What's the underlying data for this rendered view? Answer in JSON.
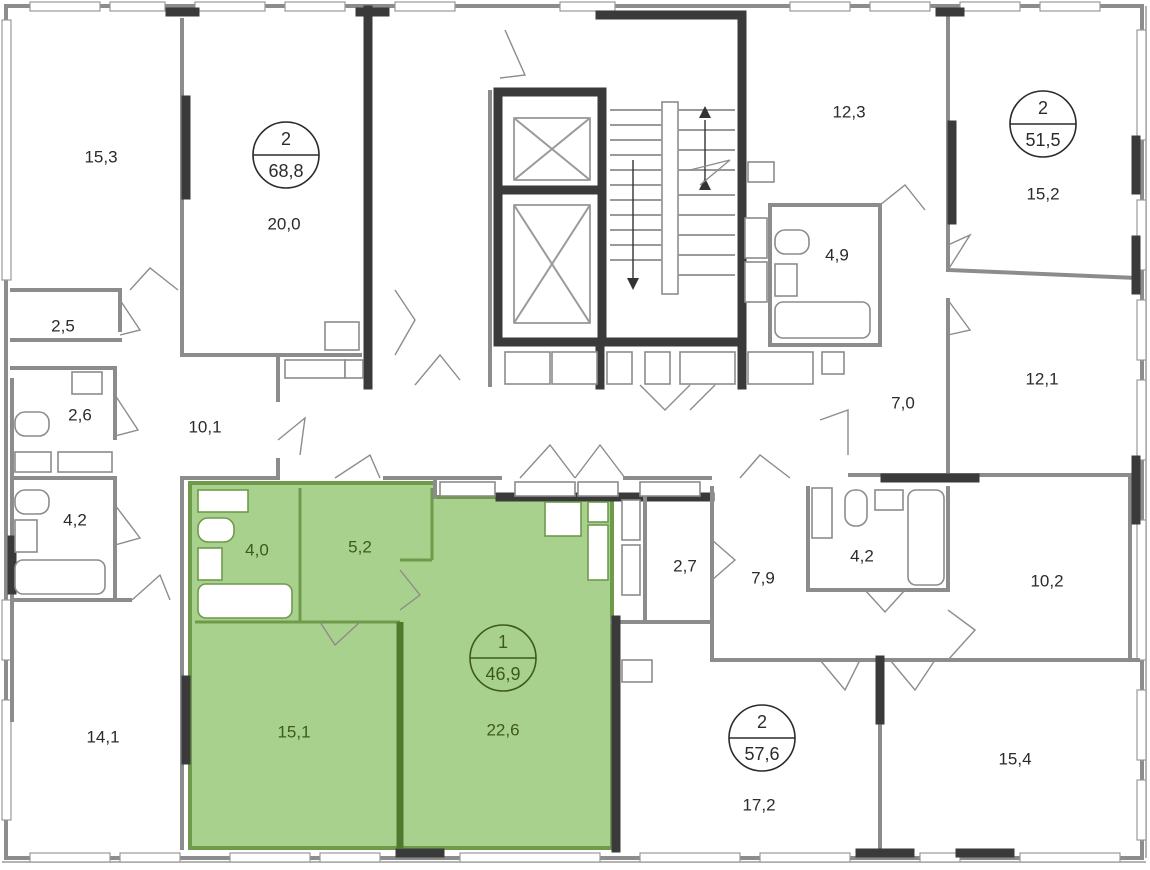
{
  "colors": {
    "highlight_fill": "#a9d18e",
    "highlight_stroke": "#6f9a4a",
    "wall": "#8c8c8c",
    "core_wall": "#3a3a3a",
    "label": "#2b2b2b",
    "highlight_label": "#3d5a1c"
  },
  "apartments": [
    {
      "id": "apt-left-top",
      "rooms": "2",
      "area": "68,8",
      "highlighted": false
    },
    {
      "id": "apt-right-top",
      "rooms": "2",
      "area": "51,5",
      "highlighted": false
    },
    {
      "id": "apt-selected",
      "rooms": "1",
      "area": "46,9",
      "highlighted": true
    },
    {
      "id": "apt-right-bottom",
      "rooms": "2",
      "area": "57,6",
      "highlighted": false
    }
  ],
  "rooms": [
    {
      "id": "r-15-3",
      "area": "15,3"
    },
    {
      "id": "r-20-0",
      "area": "20,0"
    },
    {
      "id": "r-2-5",
      "area": "2,5"
    },
    {
      "id": "r-2-6",
      "area": "2,6"
    },
    {
      "id": "r-10-1",
      "area": "10,1"
    },
    {
      "id": "r-4-2-left",
      "area": "4,2"
    },
    {
      "id": "r-14-1",
      "area": "14,1"
    },
    {
      "id": "r-12-3",
      "area": "12,3"
    },
    {
      "id": "r-15-2",
      "area": "15,2"
    },
    {
      "id": "r-4-9",
      "area": "4,9"
    },
    {
      "id": "r-12-1",
      "area": "12,1"
    },
    {
      "id": "r-7-0",
      "area": "7,0"
    },
    {
      "id": "r-4-0",
      "area": "4,0"
    },
    {
      "id": "r-5-2",
      "area": "5,2"
    },
    {
      "id": "r-15-1",
      "area": "15,1"
    },
    {
      "id": "r-22-6",
      "area": "22,6"
    },
    {
      "id": "r-2-7",
      "area": "2,7"
    },
    {
      "id": "r-7-9",
      "area": "7,9"
    },
    {
      "id": "r-4-2-right",
      "area": "4,2"
    },
    {
      "id": "r-10-2",
      "area": "10,2"
    },
    {
      "id": "r-17-2",
      "area": "17,2"
    },
    {
      "id": "r-15-4",
      "area": "15,4"
    }
  ]
}
